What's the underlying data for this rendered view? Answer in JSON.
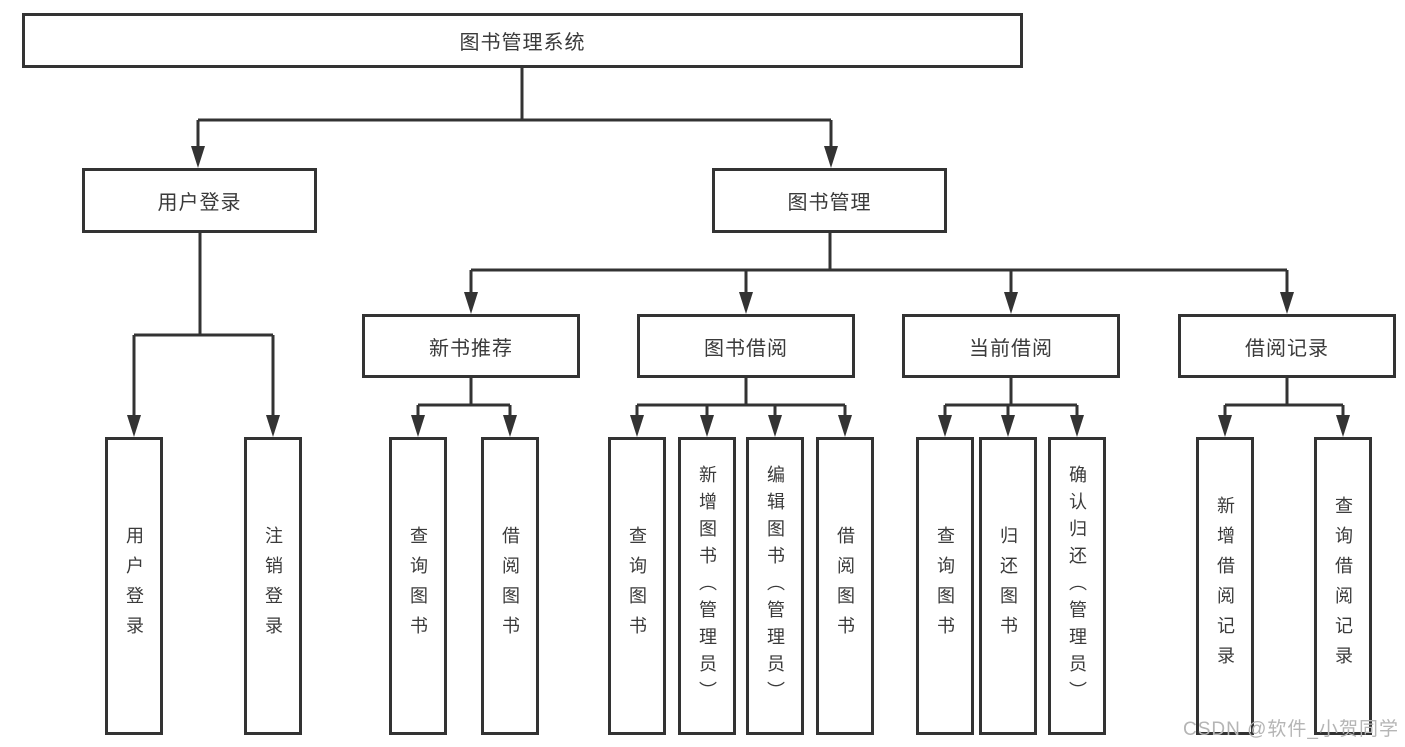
{
  "diagram": {
    "root": {
      "label": "图书管理系统"
    },
    "branches": [
      {
        "label": "用户登录",
        "children": [
          {
            "label": "用户登录"
          },
          {
            "label": "注销登录"
          }
        ]
      },
      {
        "label": "图书管理",
        "children": [
          {
            "label": "新书推荐",
            "children": [
              {
                "label": "查询图书"
              },
              {
                "label": "借阅图书"
              }
            ]
          },
          {
            "label": "图书借阅",
            "children": [
              {
                "label": "查询图书"
              },
              {
                "label": "新增图书（管理员）"
              },
              {
                "label": "编辑图书（管理员）"
              },
              {
                "label": "借阅图书"
              }
            ]
          },
          {
            "label": "当前借阅",
            "children": [
              {
                "label": "查询图书"
              },
              {
                "label": "归还图书"
              },
              {
                "label": "确认归还（管理员）"
              }
            ]
          },
          {
            "label": "借阅记录",
            "children": [
              {
                "label": "新增借阅记录"
              },
              {
                "label": "查询借阅记录"
              }
            ]
          }
        ]
      }
    ]
  },
  "watermark": {
    "text": "CSDN @软件_小贺同学"
  },
  "colors": {
    "line": "#333333",
    "text": "#3a3a3a",
    "watermark": "#b5b5b5",
    "background": "#ffffff"
  }
}
